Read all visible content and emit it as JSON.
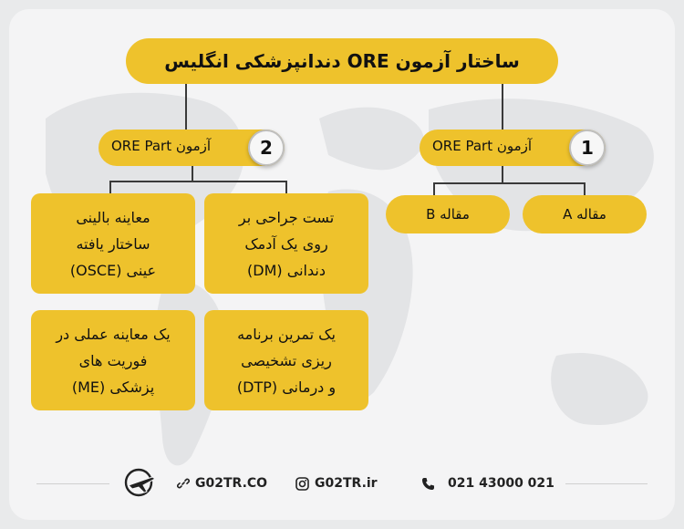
{
  "title": "ساختار آزمون ORE دندانپزشکی انگلیس",
  "parts": [
    {
      "number": "1",
      "label": "آزمون ORE Part",
      "essays": [
        "مقاله A",
        "مقاله B"
      ]
    },
    {
      "number": "2",
      "label": "آزمون ORE Part",
      "components": [
        {
          "lines": [
            "تست جراحی بر",
            "روی یک آدمک",
            "دندانی (DM)"
          ]
        },
        {
          "lines": [
            "معاینه بالینی",
            "ساختار یافته",
            "عینی (OSCE)"
          ]
        },
        {
          "lines": [
            "یک تمرین برنامه",
            "ریزی تشخیصی",
            "و درمانی (DTP)"
          ]
        },
        {
          "lines": [
            "یک معاینه عملی در",
            "فوریت های",
            "پزشکی (ME)"
          ]
        }
      ]
    }
  ],
  "footer": {
    "phone": "021 43000 021",
    "instagram": "G02TR.ir",
    "website": "G02TR.CO"
  },
  "colors": {
    "accent": "#eec22c",
    "line": "#3a3a3a"
  }
}
